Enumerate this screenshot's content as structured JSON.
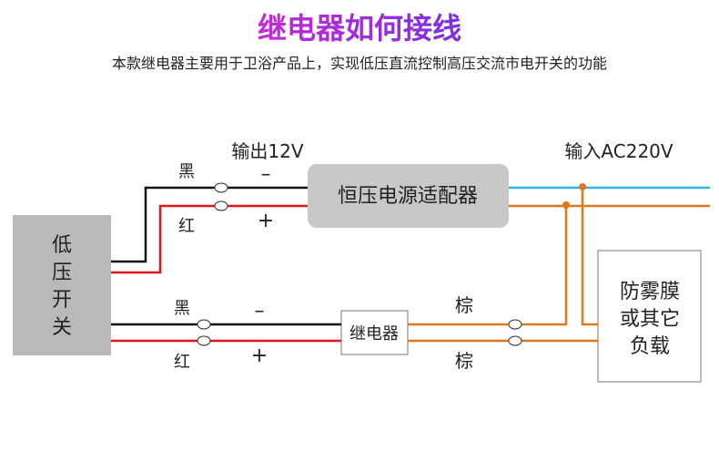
{
  "header": {
    "title": "继电器如何接线",
    "subtitle": "本款继电器主要用于卫浴产品上，实现低压直流控制高压交流市电开关的功能"
  },
  "labels": {
    "output": "输出12V",
    "input": "输入AC220V",
    "black_top": "黑",
    "red_top": "红",
    "black_bottom": "黑",
    "red_bottom": "红",
    "brown_top": "棕",
    "brown_bottom": "棕",
    "minus_top": "–",
    "plus_top": "+",
    "minus_bottom": "–",
    "plus_bottom": "+"
  },
  "boxes": {
    "low_voltage_switch": [
      "低",
      "压",
      "开",
      "关"
    ],
    "adapter": "恒压电源适配器",
    "relay": "继电器",
    "load": [
      "防雾膜",
      "或其它",
      "负载"
    ]
  },
  "colors": {
    "title_gradient_start": "#c52bd6",
    "title_gradient_end": "#7a2fe0",
    "wire_black": "#111111",
    "wire_red": "#e0141e",
    "wire_orange": "#d97a1c",
    "wire_blue": "#2fb4e6",
    "switch_fill": "#b9b9b9",
    "adapter_fill": "#c8c8c8"
  }
}
